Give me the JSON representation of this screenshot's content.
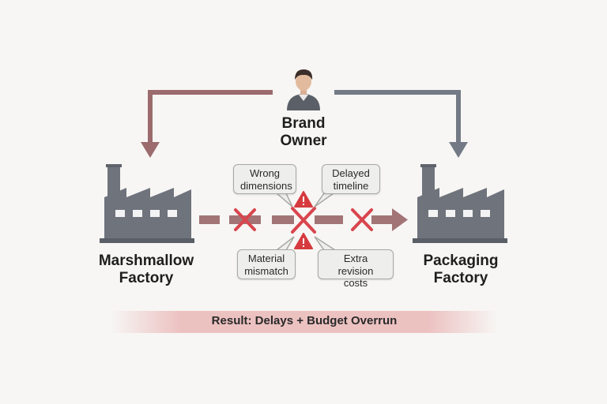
{
  "nodes": {
    "brand_owner": {
      "line1": "Brand",
      "line2": "Owner"
    },
    "marshmallow_factory": {
      "line1": "Marshmallow",
      "line2": "Factory"
    },
    "packaging_factory": {
      "line1": "Packaging",
      "line2": "Factory"
    }
  },
  "issues": [
    {
      "line1": "Wrong",
      "line2": "dimensions"
    },
    {
      "line1": "Delayed",
      "line2": "timeline"
    },
    {
      "line1": "Material",
      "line2": "mismatch"
    },
    {
      "line1": "Extra revision",
      "line2": "costs"
    }
  ],
  "result": "Result: Delays + Budget Overrun",
  "colors": {
    "background": "#f7f6f4",
    "left_arrow": "#9b6b6e",
    "right_arrow": "#737a85",
    "flow_arrow": "#a27476",
    "cross": "#d9454d",
    "warning": "#d63a3f",
    "factory": "#6f737c",
    "callout_bg": "#eeeeec",
    "result_band": "#e8b0b0"
  },
  "icons": [
    "person-icon",
    "factory-icon",
    "cross-icon",
    "warning-icon"
  ]
}
